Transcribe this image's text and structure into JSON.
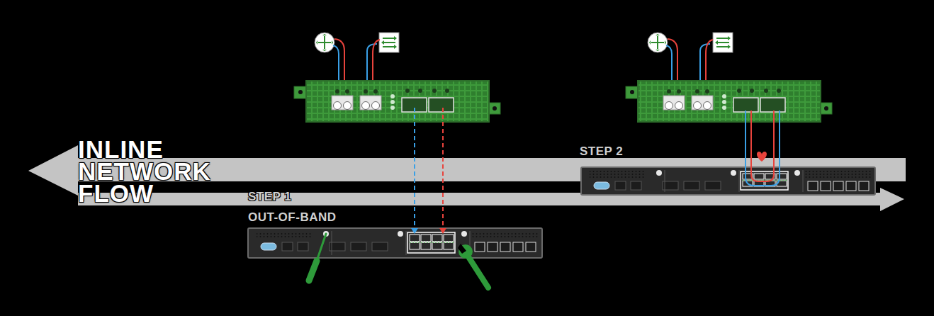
{
  "diagram": {
    "labels": [
      "INLINE NETWORK FLOW",
      "STEP 1",
      "OUT-OF-BAND",
      "STEP 2"
    ]
  }
}
